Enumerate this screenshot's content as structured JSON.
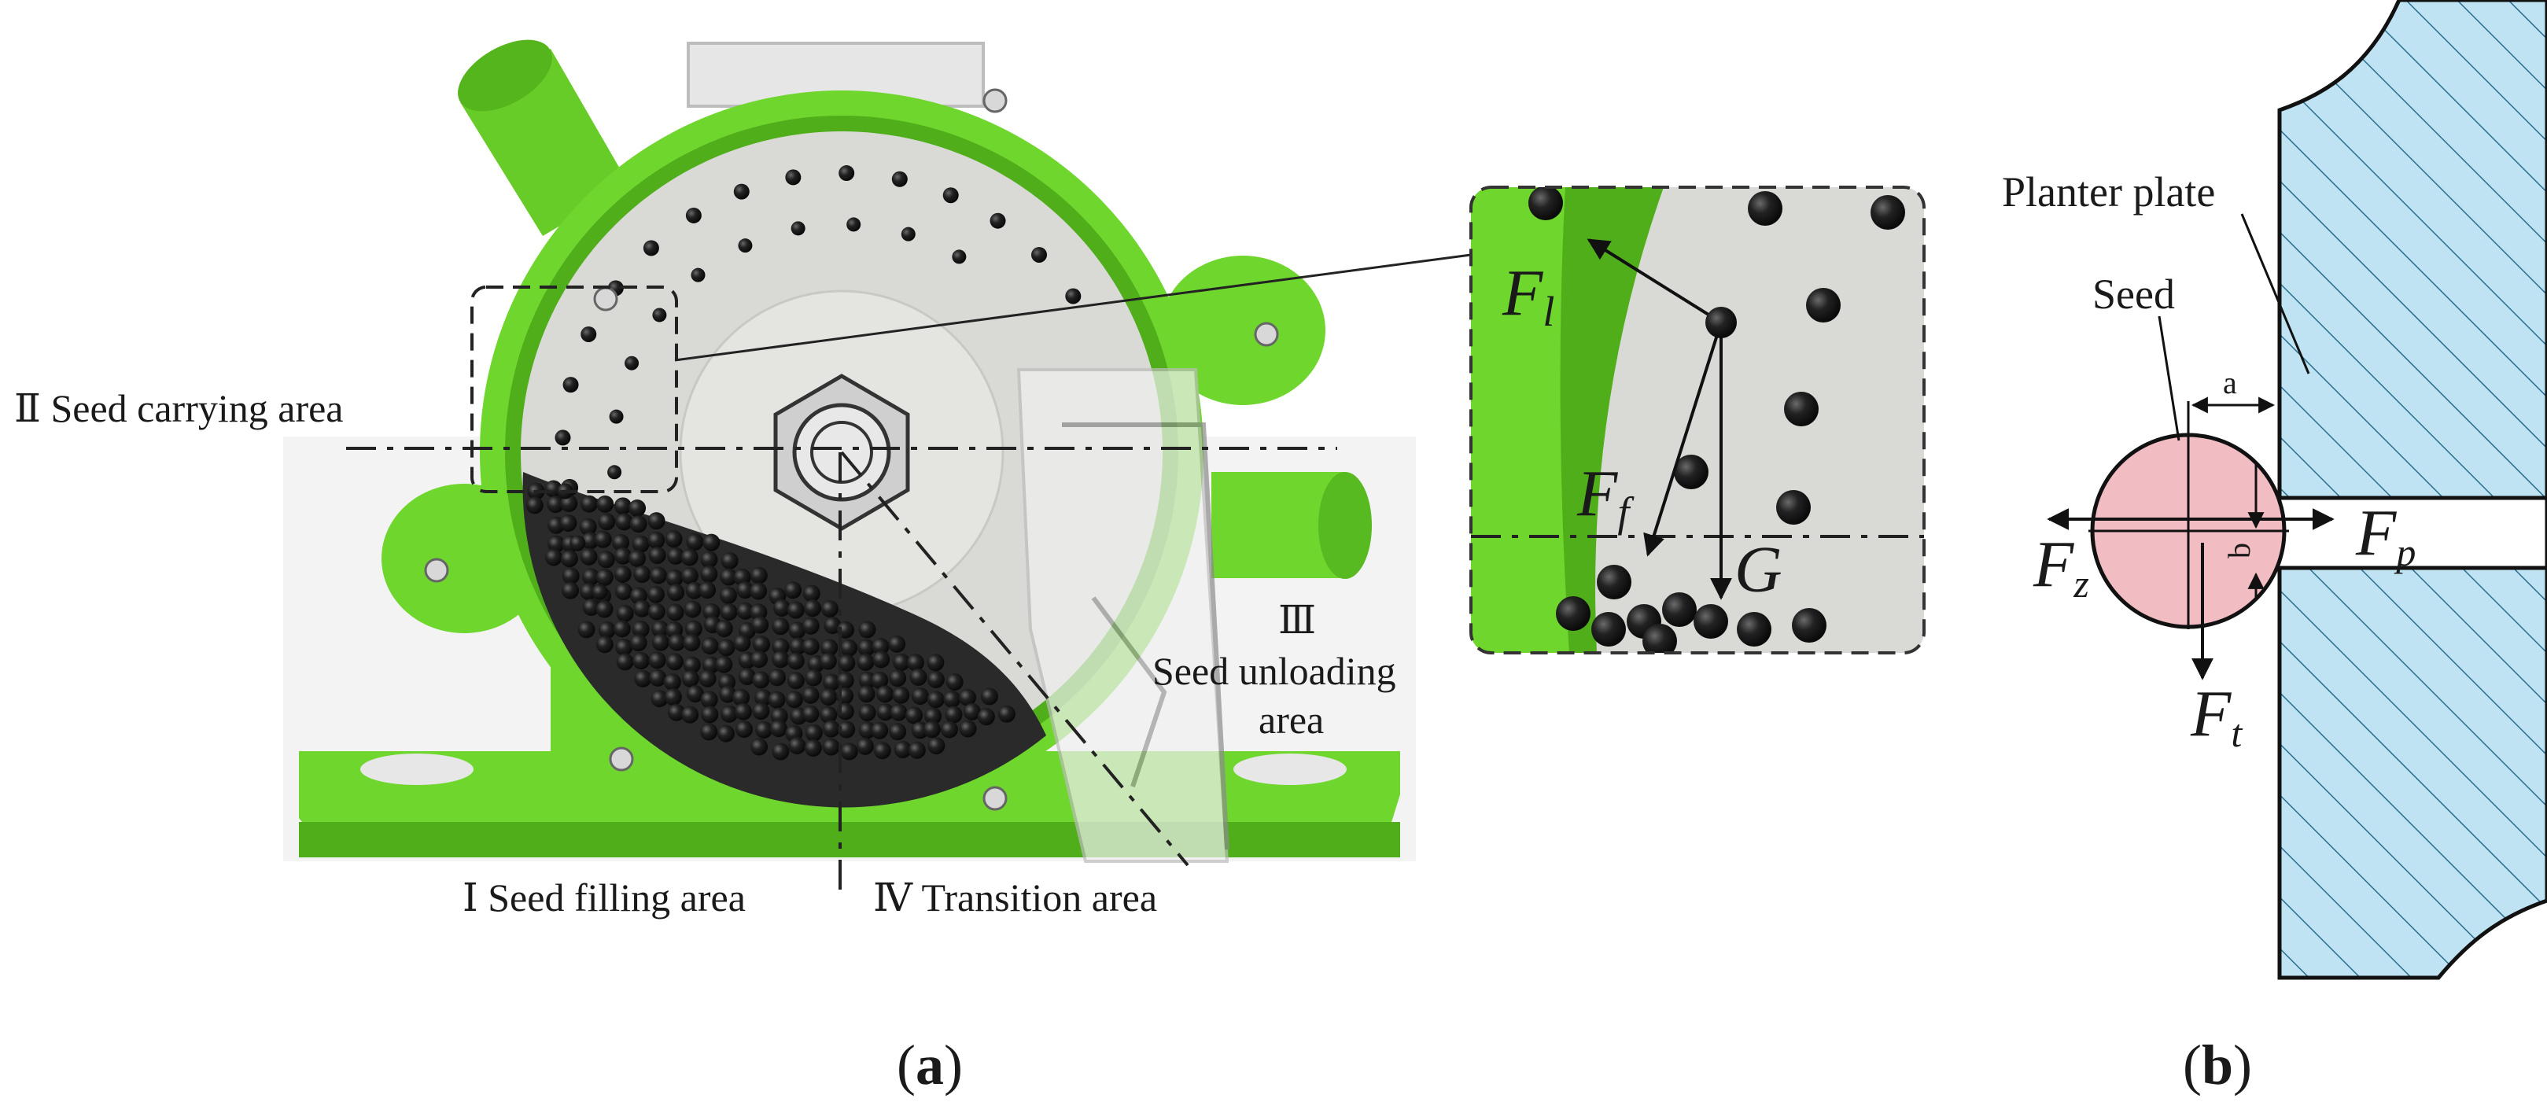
{
  "panel_a": {
    "caption_letter": "a",
    "area_labels": {
      "seed_filling": "Ⅰ  Seed filling area",
      "seed_carrying": "Ⅱ  Seed carrying area",
      "seed_unloading_num": "Ⅲ",
      "seed_unloading_line1": "Seed unloading",
      "seed_unloading_line2": "area",
      "transition": "Ⅳ  Transition area"
    },
    "force_labels": {
      "fl_main": "F",
      "fl_sub": "l",
      "ff_main": "F",
      "ff_sub": "f",
      "g": "G"
    }
  },
  "panel_b": {
    "caption_letter": "b",
    "labels": {
      "planter_plate": "Planter plate",
      "seed": "Seed",
      "a": "a",
      "b": "b",
      "fz_main": "F",
      "fz_sub": "z",
      "fp_main": "F",
      "fp_sub": "p",
      "ft_main": "F",
      "ft_sub": "t"
    }
  },
  "colors": {
    "housing_green": "#6fd62e",
    "housing_dark": "#4fae1a",
    "disc_gray": "#d9d9d6",
    "seed_black": "#1b1b1b",
    "plate_blue": "#bfe3f3",
    "seed_pink": "#f2bcc3"
  }
}
